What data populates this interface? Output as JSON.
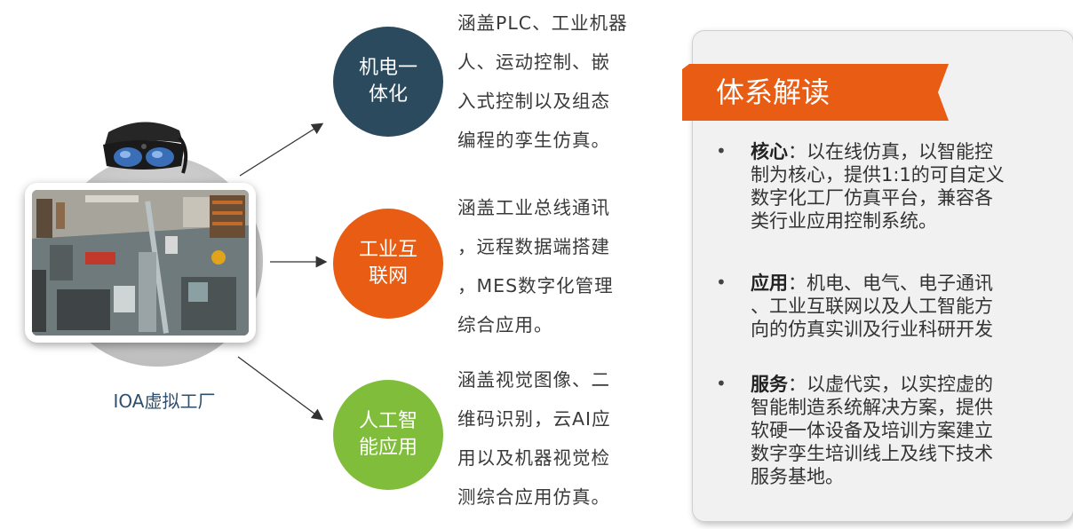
{
  "hub": {
    "label": "IOA虚拟工厂"
  },
  "topics": [
    {
      "title": "机电一体化",
      "title_lines": [
        "机电一",
        "体化"
      ],
      "color": "#2c4a5e",
      "lines": [
        "涵盖PLC、工业机器",
        "人、运动控制、嵌",
        "入式控制以及组态",
        "编程的孪生仿真。"
      ]
    },
    {
      "title": "工业互联网",
      "title_lines": [
        "工业互",
        "联网"
      ],
      "color": "#e85c14",
      "lines": [
        "涵盖工业总线通讯",
        "，远程数据端搭建",
        "，MES数字化管理",
        "综合应用。"
      ]
    },
    {
      "title": "人工智能应用",
      "title_lines": [
        "人工智",
        "能应用"
      ],
      "color": "#7fbd3a",
      "lines": [
        "涵盖视觉图像、二",
        "维码识别，云AI应",
        "用以及机器视觉检",
        "测综合应用仿真。"
      ]
    }
  ],
  "panel": {
    "title": "体系解读",
    "banner_color": "#e85c14",
    "bullets": [
      {
        "label": "核心",
        "sep": "：",
        "lines": [
          "以在线仿真，以智能控",
          "制为核心，提供1:1的可自定义",
          "数字化工厂仿真平台，兼容各",
          "类行业应用控制系统。"
        ]
      },
      {
        "label": "应用",
        "sep": "：",
        "lines": [
          "机电、电气、电子通讯",
          "、工业互联网以及人工智能方",
          "向的仿真实训及行业科研开发"
        ]
      },
      {
        "label": "服务",
        "sep": "：",
        "lines": [
          "以虚代实，以实控虚的",
          "智能制造系统解决方案，提供",
          "软硬一体设备及培训方案建立",
          "数字孪生培训线上及线下技术",
          "服务基地。"
        ]
      }
    ]
  }
}
